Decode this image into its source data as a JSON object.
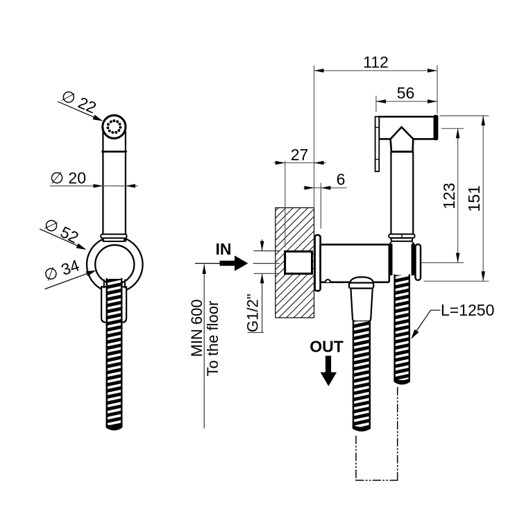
{
  "drawing": {
    "type": "technical-installation-drawing",
    "views": {
      "front_view": {
        "labels": {
          "dia_spray_face": "∅ 22",
          "dia_handle": "∅ 20",
          "dia_holder_outer": "∅ 52",
          "dia_holder_inner": "∅ 34"
        }
      },
      "side_view": {
        "dimensions": {
          "overall_width": "112",
          "head_width": "56",
          "recess_depth": "27",
          "flange_offset": "6",
          "head_to_valve_axis": "123",
          "overall_height": "151"
        },
        "labels": {
          "inlet": "IN",
          "outlet": "OUT",
          "thread": "G1/2\"",
          "min_height": "MIN 600",
          "floor_note": "To the floor",
          "hose_length": "L=1250"
        }
      }
    },
    "colors": {
      "line": "#000000",
      "thin_line": "#555555",
      "background": "#ffffff"
    }
  }
}
